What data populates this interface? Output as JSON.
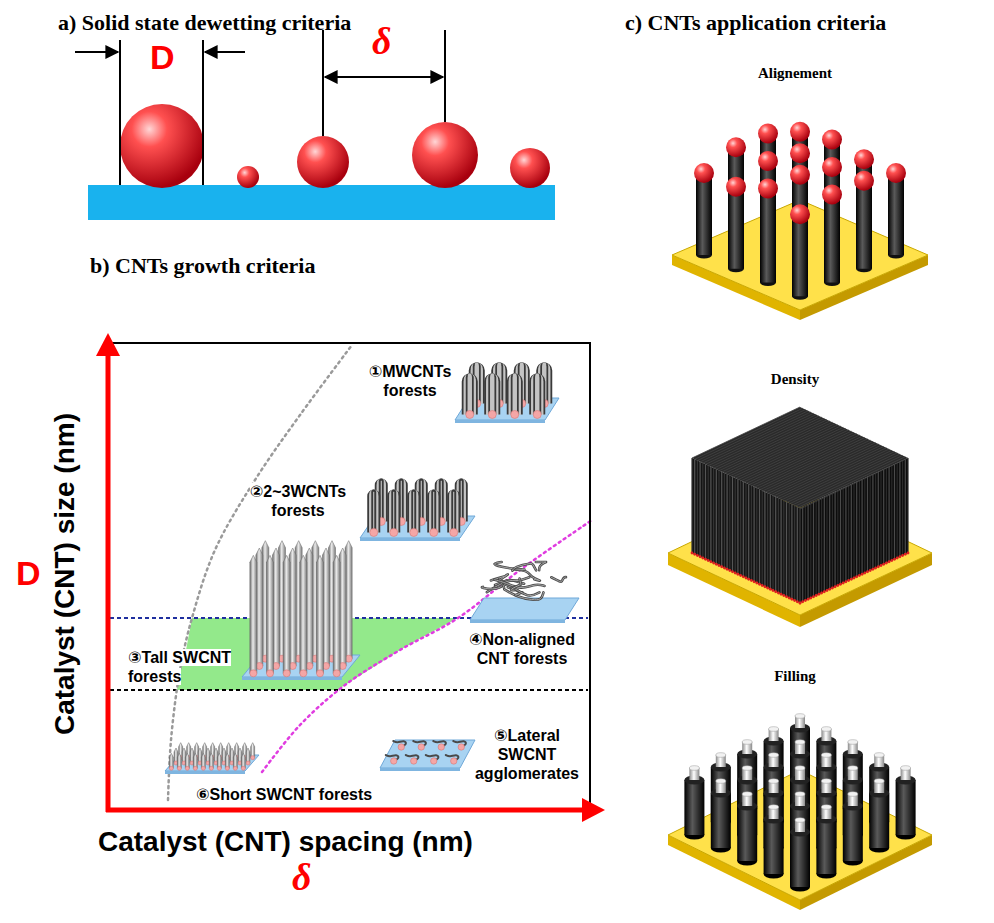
{
  "diagram": {
    "labels": [
      "a) Solid state dewetting criteria",
      "D",
      "δ",
      "c) CNTs application criteria",
      "Alignement",
      "b) CNTs growth criteria",
      "①MWCNTs forests",
      "②2~3WCNTs forests",
      "D",
      "Catalyst (CNT) size (nm)",
      "③Tall SWCNT forests",
      "④Non-aligned CNT forests",
      "Density",
      "⑤Lateral SWCNT agglomerates",
      "⑥Short SWCNT forests",
      "Filling",
      "Catalyst (CNT) spacing (nm)",
      "δ"
    ]
  }
}
